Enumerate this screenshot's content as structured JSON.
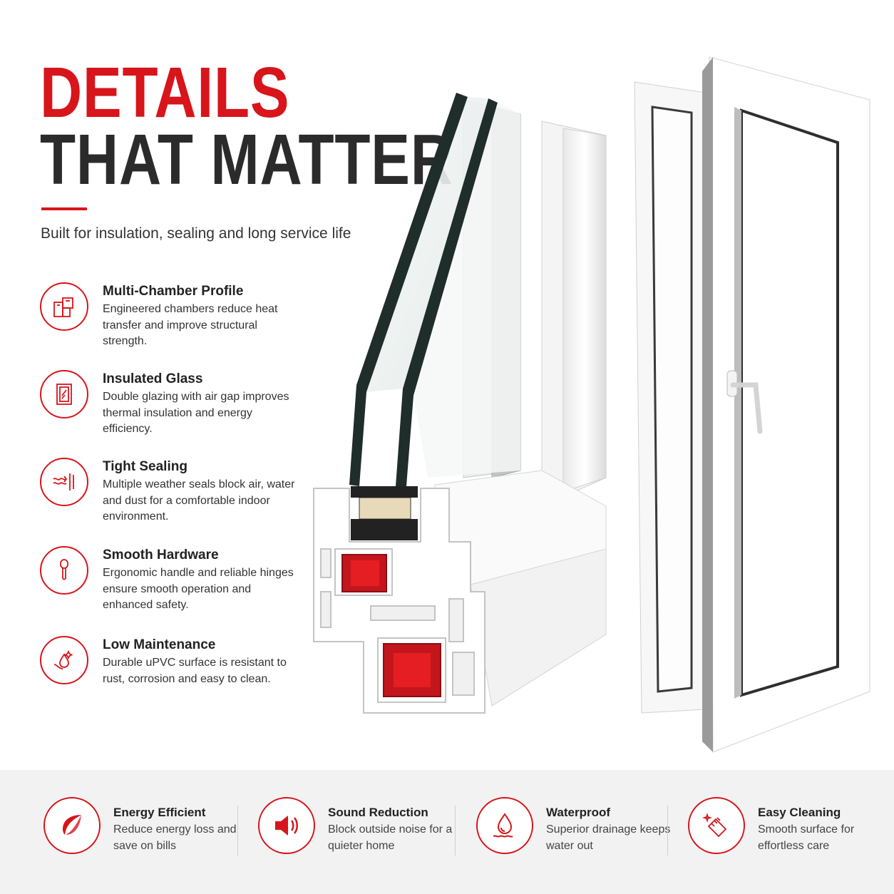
{
  "headline": {
    "line1": "DETAILS",
    "line2": "THAT MATTER"
  },
  "subtitle": "Built for insulation, sealing and long service life",
  "accent_color": "#d7151b",
  "features": [
    {
      "icon": "chamber-profile-icon",
      "title": "Multi-Chamber Profile",
      "description": "Engineered chambers reduce heat transfer and improve structural strength."
    },
    {
      "icon": "glass-pane-icon",
      "title": "Insulated Glass",
      "description": "Double glazing with air gap improves thermal insulation and energy efficiency."
    },
    {
      "icon": "wind-seal-icon",
      "title": "Tight Sealing",
      "description": "Multiple weather seals block air, water and dust for a comfortable indoor environment."
    },
    {
      "icon": "window-handle-icon",
      "title": "Smooth Hardware",
      "description": "Ergonomic handle and reliable hinges ensure smooth operation and enhanced safety."
    },
    {
      "icon": "hand-droplet-icon",
      "title": "Low Maintenance",
      "description": "Durable uPVC surface is resistant to rust, corrosion and easy to clean."
    }
  ],
  "benefits": [
    {
      "icon": "leaf-icon",
      "title": "Energy Efficient",
      "description": "Reduce energy loss and save on bills"
    },
    {
      "icon": "speaker-icon",
      "title": "Sound Reduction",
      "description": "Block outside noise for a quieter home"
    },
    {
      "icon": "water-drop-icon",
      "title": "Waterproof",
      "description": "Superior drainage keeps water out"
    },
    {
      "icon": "cleaning-hand-icon",
      "title": "Easy Cleaning",
      "description": "Smooth surface for effortless care"
    }
  ]
}
